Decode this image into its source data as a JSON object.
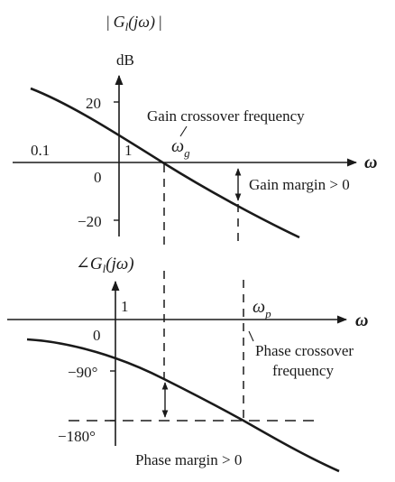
{
  "magnitude_plot": {
    "title_prefix": "|",
    "title_G": "G",
    "title_sub": "l",
    "title_arg": "(jω)",
    "title_suffix": "|",
    "unit": "dB",
    "tick_20": "20",
    "tick_0": "0",
    "tick_neg20": "−20",
    "freq_01": "0.1",
    "freq_1": "1",
    "omega_axis": "ω",
    "omega_g": "ω",
    "omega_g_sub": "g",
    "gain_crossover_label": "Gain crossover frequency",
    "gain_margin_label": "Gain margin > 0"
  },
  "phase_plot": {
    "title_angle": "∠",
    "title_G": "G",
    "title_sub": "l",
    "title_arg": "(jω)",
    "tick_1": "1",
    "tick_0": "0",
    "tick_neg90": "−90°",
    "tick_neg180": "−180°",
    "omega_axis": "ω",
    "omega_p": "ω",
    "omega_p_sub": "p",
    "phase_crossover_line1": "Phase crossover",
    "phase_crossover_line2": "frequency",
    "phase_margin_label": "Phase margin > 0"
  }
}
